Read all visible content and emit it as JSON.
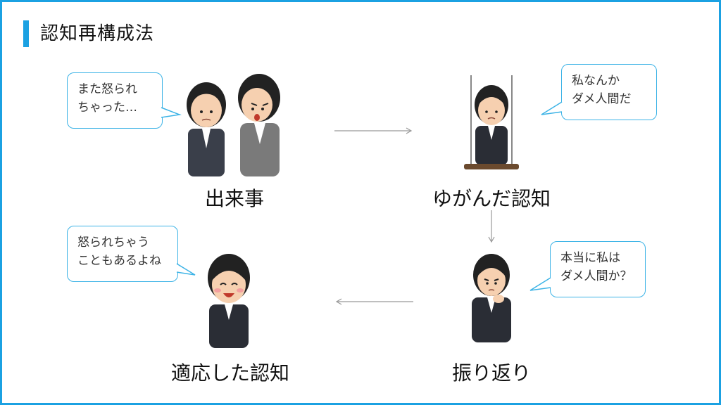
{
  "title": "認知再構成法",
  "steps": [
    {
      "label": "出来事",
      "bubble": [
        "また怒られ",
        "ちゃった…"
      ]
    },
    {
      "label": "ゆがんだ認知",
      "bubble": [
        "私なんか",
        "ダメ人間だ"
      ]
    },
    {
      "label": "振り返り",
      "bubble": [
        "本当に私は",
        "ダメ人間か？"
      ]
    },
    {
      "label": "適応した認知",
      "bubble": [
        "怒られちゃう",
        "こともあるよね"
      ]
    }
  ],
  "colors": {
    "accent": "#1ba1e2",
    "bubble_border": "#3cb3e6",
    "arrow": "#999999"
  }
}
